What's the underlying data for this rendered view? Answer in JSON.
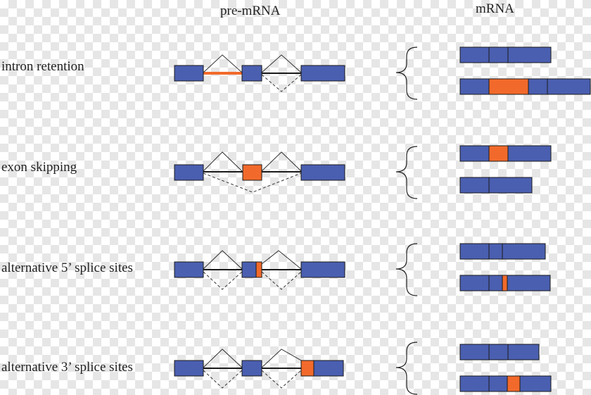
{
  "headers": {
    "pre_mrna": "pre-mRNA",
    "mrna": "mRNA"
  },
  "rows": [
    {
      "label": "intron retention"
    },
    {
      "label": "exon skipping"
    },
    {
      "label": "alternative 5’ splice sites"
    },
    {
      "label": "alternative 3’ splice sites"
    }
  ],
  "colors": {
    "constitutive_exon": "#4a5fb0",
    "alternative_segment": "#f26a2b",
    "line": "#1a1a1a"
  }
}
